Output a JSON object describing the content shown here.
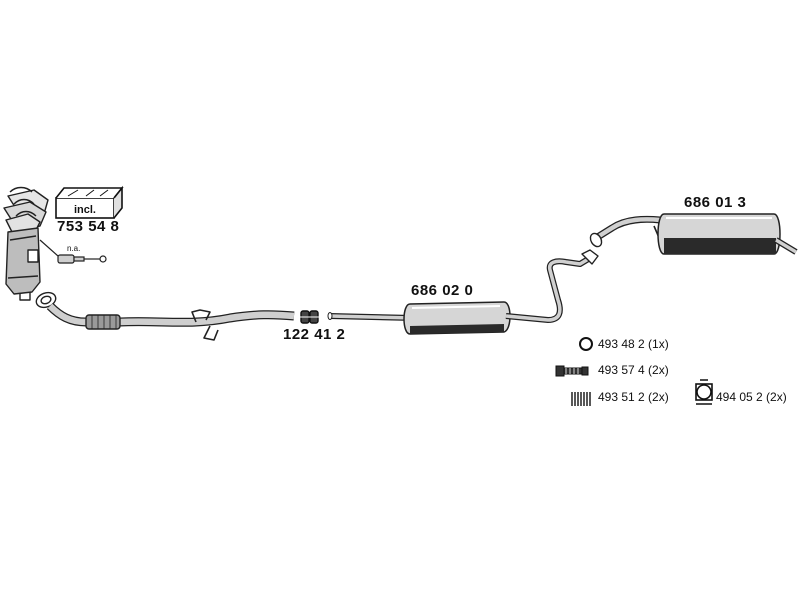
{
  "parts": {
    "catalyst": {
      "number": "753 54 8",
      "kit_badge": "incl.",
      "sensor_note": "n.a."
    },
    "front_pipe": {
      "number": "122 41 2"
    },
    "middle_silencer": {
      "number": "686 02 0"
    },
    "rear_silencer": {
      "number": "686 01 3"
    }
  },
  "fittings": [
    {
      "number": "493 48 2 (1x)",
      "icon": "o-ring-icon"
    },
    {
      "number": "493 57 4 (2x)",
      "icon": "bolt-icon"
    },
    {
      "number": "493 51 2 (2x)",
      "icon": "spring-icon"
    },
    {
      "number": "494 05 2 (2x)",
      "icon": "clamp-icon"
    }
  ]
}
